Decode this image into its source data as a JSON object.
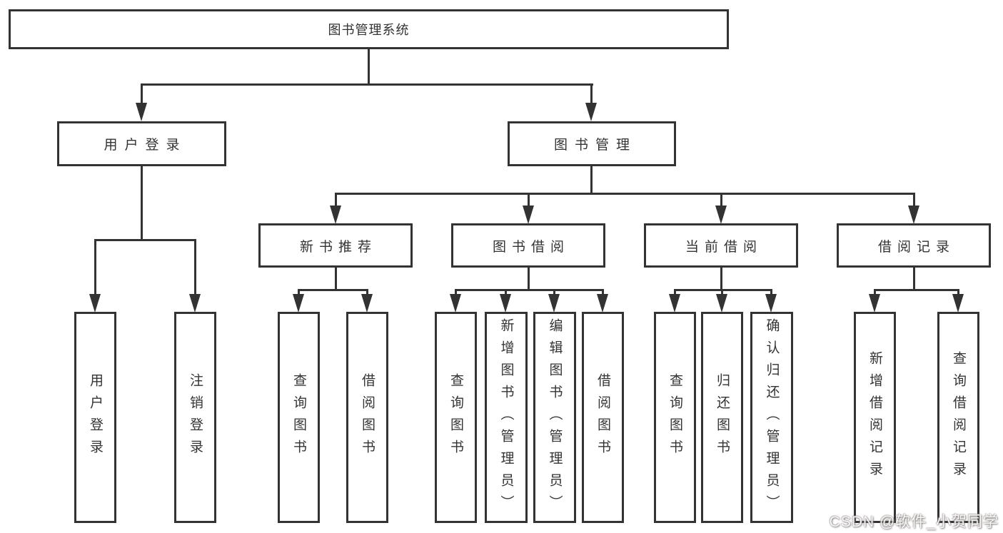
{
  "colors": {
    "background": "#ffffff",
    "line": "#333333",
    "box_border": "#333333",
    "text": "#333333",
    "watermark": "#b9adad"
  },
  "watermark": {
    "text": "CSDN @软件_小贺同学"
  },
  "tree": {
    "root": {
      "label": "图书管理系统",
      "children": [
        {
          "label": "用户登录",
          "children": [
            {
              "label": "用户登录"
            },
            {
              "label": "注销登录"
            }
          ]
        },
        {
          "label": "图书管理",
          "children": [
            {
              "label": "新书推荐",
              "children": [
                {
                  "label": "查询图书"
                },
                {
                  "label": "借阅图书"
                }
              ]
            },
            {
              "label": "图书借阅",
              "children": [
                {
                  "label": "查询图书"
                },
                {
                  "label": "新增图书（管理员）"
                },
                {
                  "label": "编辑图书（管理员）"
                },
                {
                  "label": "借阅图书"
                }
              ]
            },
            {
              "label": "当前借阅",
              "children": [
                {
                  "label": "查询图书"
                },
                {
                  "label": "归还图书"
                },
                {
                  "label": "确认归还（管理员）"
                }
              ]
            },
            {
              "label": "借阅记录",
              "children": [
                {
                  "label": "新增借阅记录"
                },
                {
                  "label": "查询借阅记录"
                }
              ]
            }
          ]
        }
      ]
    }
  }
}
